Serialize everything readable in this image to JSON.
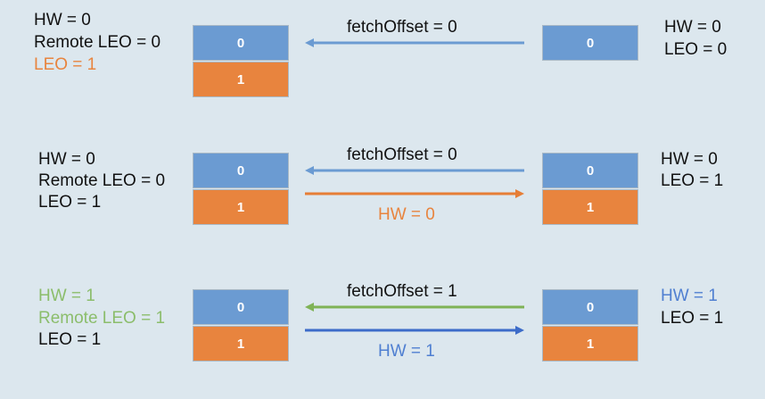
{
  "colors": {
    "background": "#dce7ee",
    "block_blue": "#6b9bd2",
    "block_orange": "#e8843e",
    "text_black": "#111111",
    "text_orange": "#e8843e",
    "text_green": "#8bbd6b",
    "text_blue": "#4f7fd1",
    "arrow_light_blue": "#6b9bd2",
    "arrow_orange": "#e67e36",
    "arrow_green": "#7fb356",
    "arrow_dark_blue": "#3d6cc9"
  },
  "rows": [
    {
      "leader_state": [
        "HW = 0",
        "Remote LEO = 0",
        "LEO = 1"
      ],
      "leader_blocks": [
        "0",
        "1"
      ],
      "fetch_label": "fetchOffset = 0",
      "response_label": "",
      "follower_blocks": [
        "0"
      ],
      "follower_state": [
        "HW = 0",
        "LEO = 0"
      ]
    },
    {
      "leader_state": [
        "HW = 0",
        "Remote LEO = 0",
        "LEO = 1"
      ],
      "leader_blocks": [
        "0",
        "1"
      ],
      "fetch_label": "fetchOffset = 0",
      "response_label": "HW = 0",
      "follower_blocks": [
        "0",
        "1"
      ],
      "follower_state": [
        "HW = 0",
        "LEO = 1"
      ]
    },
    {
      "leader_state": [
        "HW = 1",
        "Remote LEO = 1",
        "LEO = 1"
      ],
      "leader_blocks": [
        "0",
        "1"
      ],
      "fetch_label": "fetchOffset = 1",
      "response_label": "HW = 1",
      "follower_blocks": [
        "0",
        "1"
      ],
      "follower_state": [
        "HW = 1",
        "LEO = 1"
      ]
    }
  ]
}
